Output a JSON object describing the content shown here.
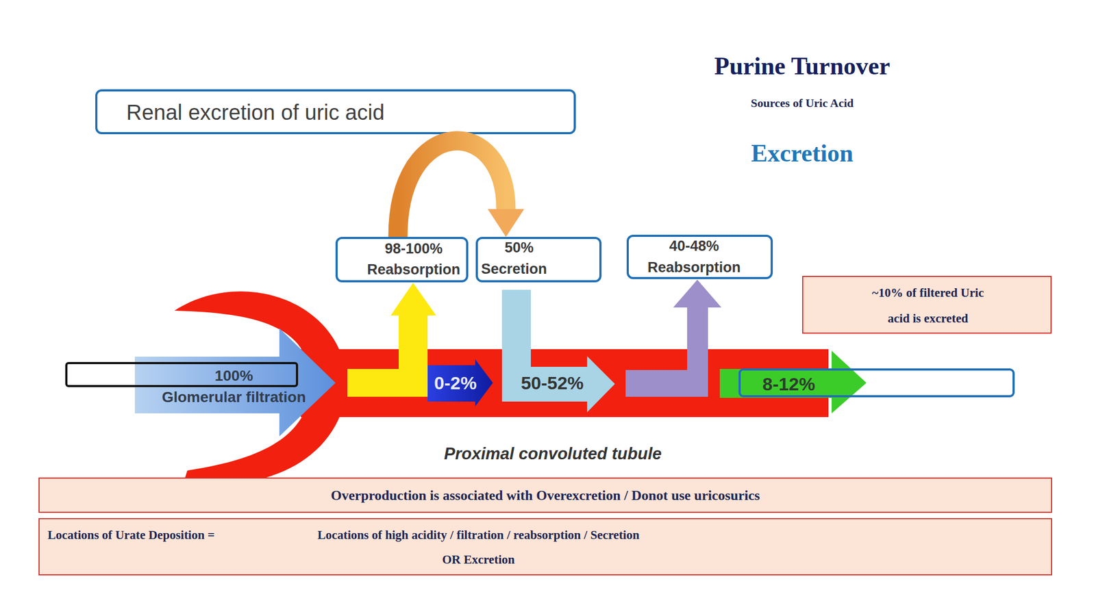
{
  "diagram": {
    "title": "Purine Turnover",
    "nodes": [
      {
        "text": [
          "Renal excretion of uric acid"
        ]
      },
      {
        "text": [
          "98-100%",
          "Reabsorption"
        ]
      },
      {
        "text": [
          "50%",
          "Secretion"
        ]
      },
      {
        "text": [
          "40-48%",
          "Reabsorption"
        ]
      },
      {
        "text": [
          "~10% of filtered Uric acid is excreted"
        ]
      },
      {
        "text": [
          "100%",
          "Glomerular filtration"
        ]
      },
      {
        "text": [
          "0-2%"
        ]
      },
      {
        "text": [
          "50-52%"
        ]
      },
      {
        "text": [
          "8-12%"
        ]
      },
      {
        "text": [
          "Overproduction is associated with Overexcretion / Donot use uricosurics"
        ]
      },
      {
        "text": [
          "Locations of Urate Deposition =",
          "Locations of high acidity / filtration / reabsorption / Secretion OR Excretion"
        ]
      }
    ],
    "edges": [
      {
        "from": 1,
        "to": 2,
        "arrow": "to"
      }
    ],
    "labels": [
      "Sources of Uric Acid",
      "Excretion",
      "Proximal convoluted tubule"
    ]
  }
}
